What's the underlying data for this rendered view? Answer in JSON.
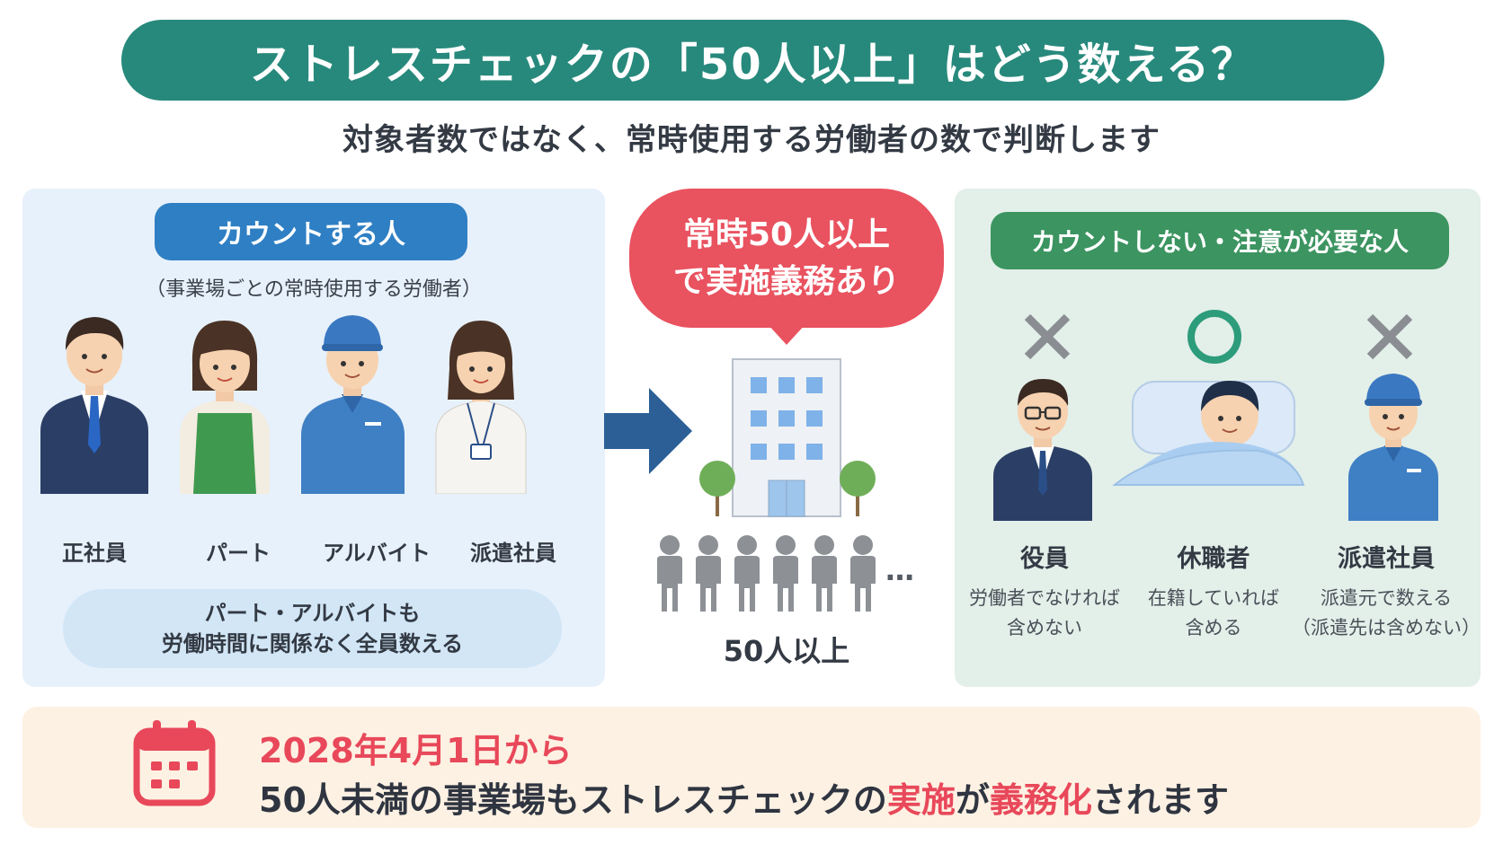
{
  "title": "ストレスチェックの「50人以上」はどう数える？",
  "subtitle": "対象者数ではなく、常時使用する労働者の数で判断します",
  "left_panel": {
    "heading": "カウントする人",
    "caption": "（事業場ごとの常時使用する労働者）",
    "people": [
      {
        "label": "正社員"
      },
      {
        "label": "パート"
      },
      {
        "label": "アルバイト"
      },
      {
        "label": "派遣社員"
      }
    ],
    "note_line1": "パート・アルバイトも",
    "note_line2": "労働時間に関係なく全員数える"
  },
  "center": {
    "bubble_line1": "常時50人以上",
    "bubble_line2": "で実施義務あり",
    "ellipsis": "…",
    "count_label": "50人以上"
  },
  "right_panel": {
    "heading": "カウントしない・注意が必要な人",
    "items": [
      {
        "mark": "×",
        "label": "役員",
        "desc_line1": "労働者でなければ",
        "desc_line2": "含めない"
      },
      {
        "mark": "○",
        "label": "休職者",
        "desc_line1": "在籍していれば",
        "desc_line2": "含める"
      },
      {
        "mark": "×",
        "label": "派遣社員",
        "desc_line1": "派遣元で数える",
        "desc_line2": "（派遣先は含めない）"
      }
    ]
  },
  "bottom": {
    "line1": "2028年4月1日から",
    "line2_part1": "50人未満の事業場もストレスチェックの",
    "line2_red1": "実施",
    "line2_part2": "が",
    "line2_red2": "義務化",
    "line2_part3": "されます"
  },
  "colors": {
    "title_bg": "#27897c",
    "blue_pill": "#2f7fc4",
    "green_pill": "#3c9460",
    "bubble": "#e9525f",
    "arrow": "#2b5f96",
    "accent_red": "#e8485a"
  },
  "icons": [
    "arrow-right-icon",
    "building-icon",
    "calendar-icon",
    "cross-icon",
    "circle-icon"
  ]
}
